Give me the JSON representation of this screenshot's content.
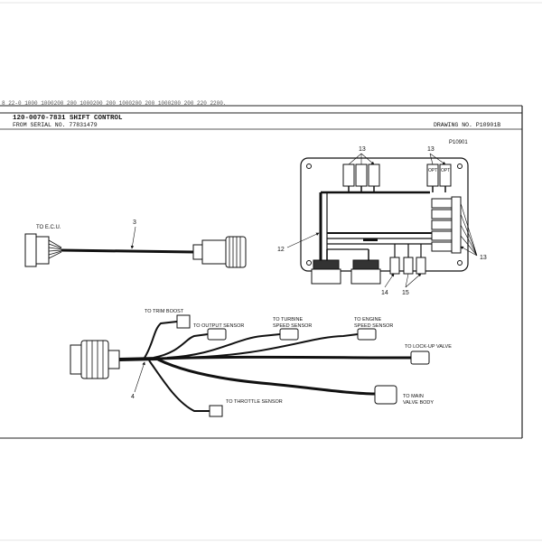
{
  "header": {
    "scanned_text": "8  22-0  1000  1000200  200  1000200  200  1000200  200  1000200  200  220  2200.",
    "part_title": "120-0070-7831  SHIFT  CONTROL",
    "serial_label": "FROM  SERIAL  NO.",
    "serial_no": "77831479",
    "drawing_label": "DRAWING  NO.",
    "drawing_no": "P10901B"
  },
  "diagram": {
    "figure_id": "P10901",
    "callouts": {
      "c3": "3",
      "c4": "4",
      "c12": "12",
      "c13a": "13",
      "c13b": "13",
      "c13c": "13",
      "c14": "14",
      "c15": "15"
    },
    "opt_labels": [
      "OPT",
      "OPT"
    ],
    "labels": {
      "to_ecu": "TO E.C.U.",
      "trim_boost": "TO TRIM BOOST",
      "output_sensor": "TO OUTPUT SENSOR",
      "turbine_1": "TO TURBINE",
      "turbine_2": "SPEED SENSOR",
      "engine_1": "TO ENGINE",
      "engine_2": "SPEED SENSOR",
      "lockup": "TO LOCK-UP VALVE",
      "throttle": "TO THROTTLE SENSOR",
      "main_1": "TO MAIN",
      "main_2": "VALVE BODY"
    }
  }
}
